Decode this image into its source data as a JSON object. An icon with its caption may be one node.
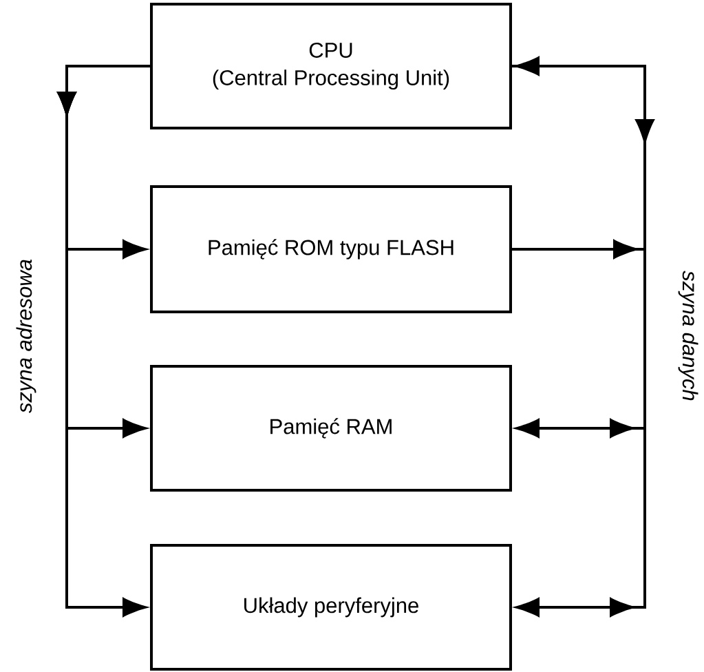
{
  "diagram": {
    "nodes": [
      {
        "text": [
          "CPU",
          "(Central Processing Unit)"
        ]
      },
      {
        "text": [
          "Pamięć ROM typu FLASH"
        ]
      },
      {
        "text": [
          "Pamięć RAM"
        ]
      },
      {
        "text": [
          "Układy peryferyjne"
        ]
      }
    ],
    "edges": [
      {
        "from": 0,
        "to": 1,
        "arrow": "to"
      },
      {
        "from": 0,
        "to": 2,
        "arrow": "to"
      },
      {
        "from": 0,
        "to": 3,
        "arrow": "to"
      },
      {
        "from": 1,
        "to": 0,
        "arrow": "to"
      },
      {
        "from": 0,
        "to": 2,
        "arrow": "to"
      },
      {
        "from": 0,
        "to": 3,
        "arrow": "to"
      }
    ],
    "labels": [
      "szyna adresowa",
      "szyna danych"
    ]
  }
}
